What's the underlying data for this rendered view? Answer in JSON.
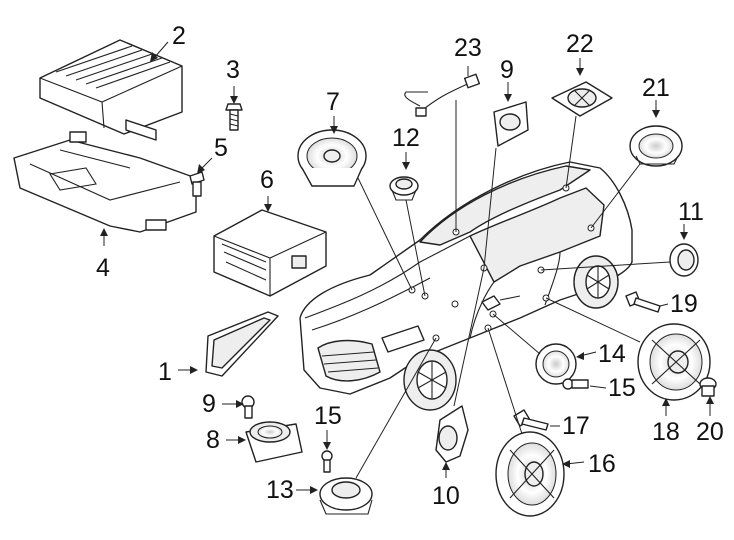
{
  "diagram": {
    "callouts": [
      {
        "id": "c2",
        "label": "2"
      },
      {
        "id": "c3",
        "label": "3"
      },
      {
        "id": "c5",
        "label": "5"
      },
      {
        "id": "c4",
        "label": "4"
      },
      {
        "id": "c1",
        "label": "1"
      },
      {
        "id": "c6",
        "label": "6"
      },
      {
        "id": "c7",
        "label": "7"
      },
      {
        "id": "c12",
        "label": "12"
      },
      {
        "id": "c23",
        "label": "23"
      },
      {
        "id": "c9a",
        "label": "9"
      },
      {
        "id": "c22",
        "label": "22"
      },
      {
        "id": "c21",
        "label": "21"
      },
      {
        "id": "c11",
        "label": "11"
      },
      {
        "id": "c19",
        "label": "19"
      },
      {
        "id": "c14",
        "label": "14"
      },
      {
        "id": "c15a",
        "label": "15"
      },
      {
        "id": "c18",
        "label": "18"
      },
      {
        "id": "c20",
        "label": "20"
      },
      {
        "id": "c17",
        "label": "17"
      },
      {
        "id": "c16",
        "label": "16"
      },
      {
        "id": "c9b",
        "label": "9"
      },
      {
        "id": "c8",
        "label": "8"
      },
      {
        "id": "c15b",
        "label": "15"
      },
      {
        "id": "c13",
        "label": "13"
      },
      {
        "id": "c10",
        "label": "10"
      }
    ]
  }
}
